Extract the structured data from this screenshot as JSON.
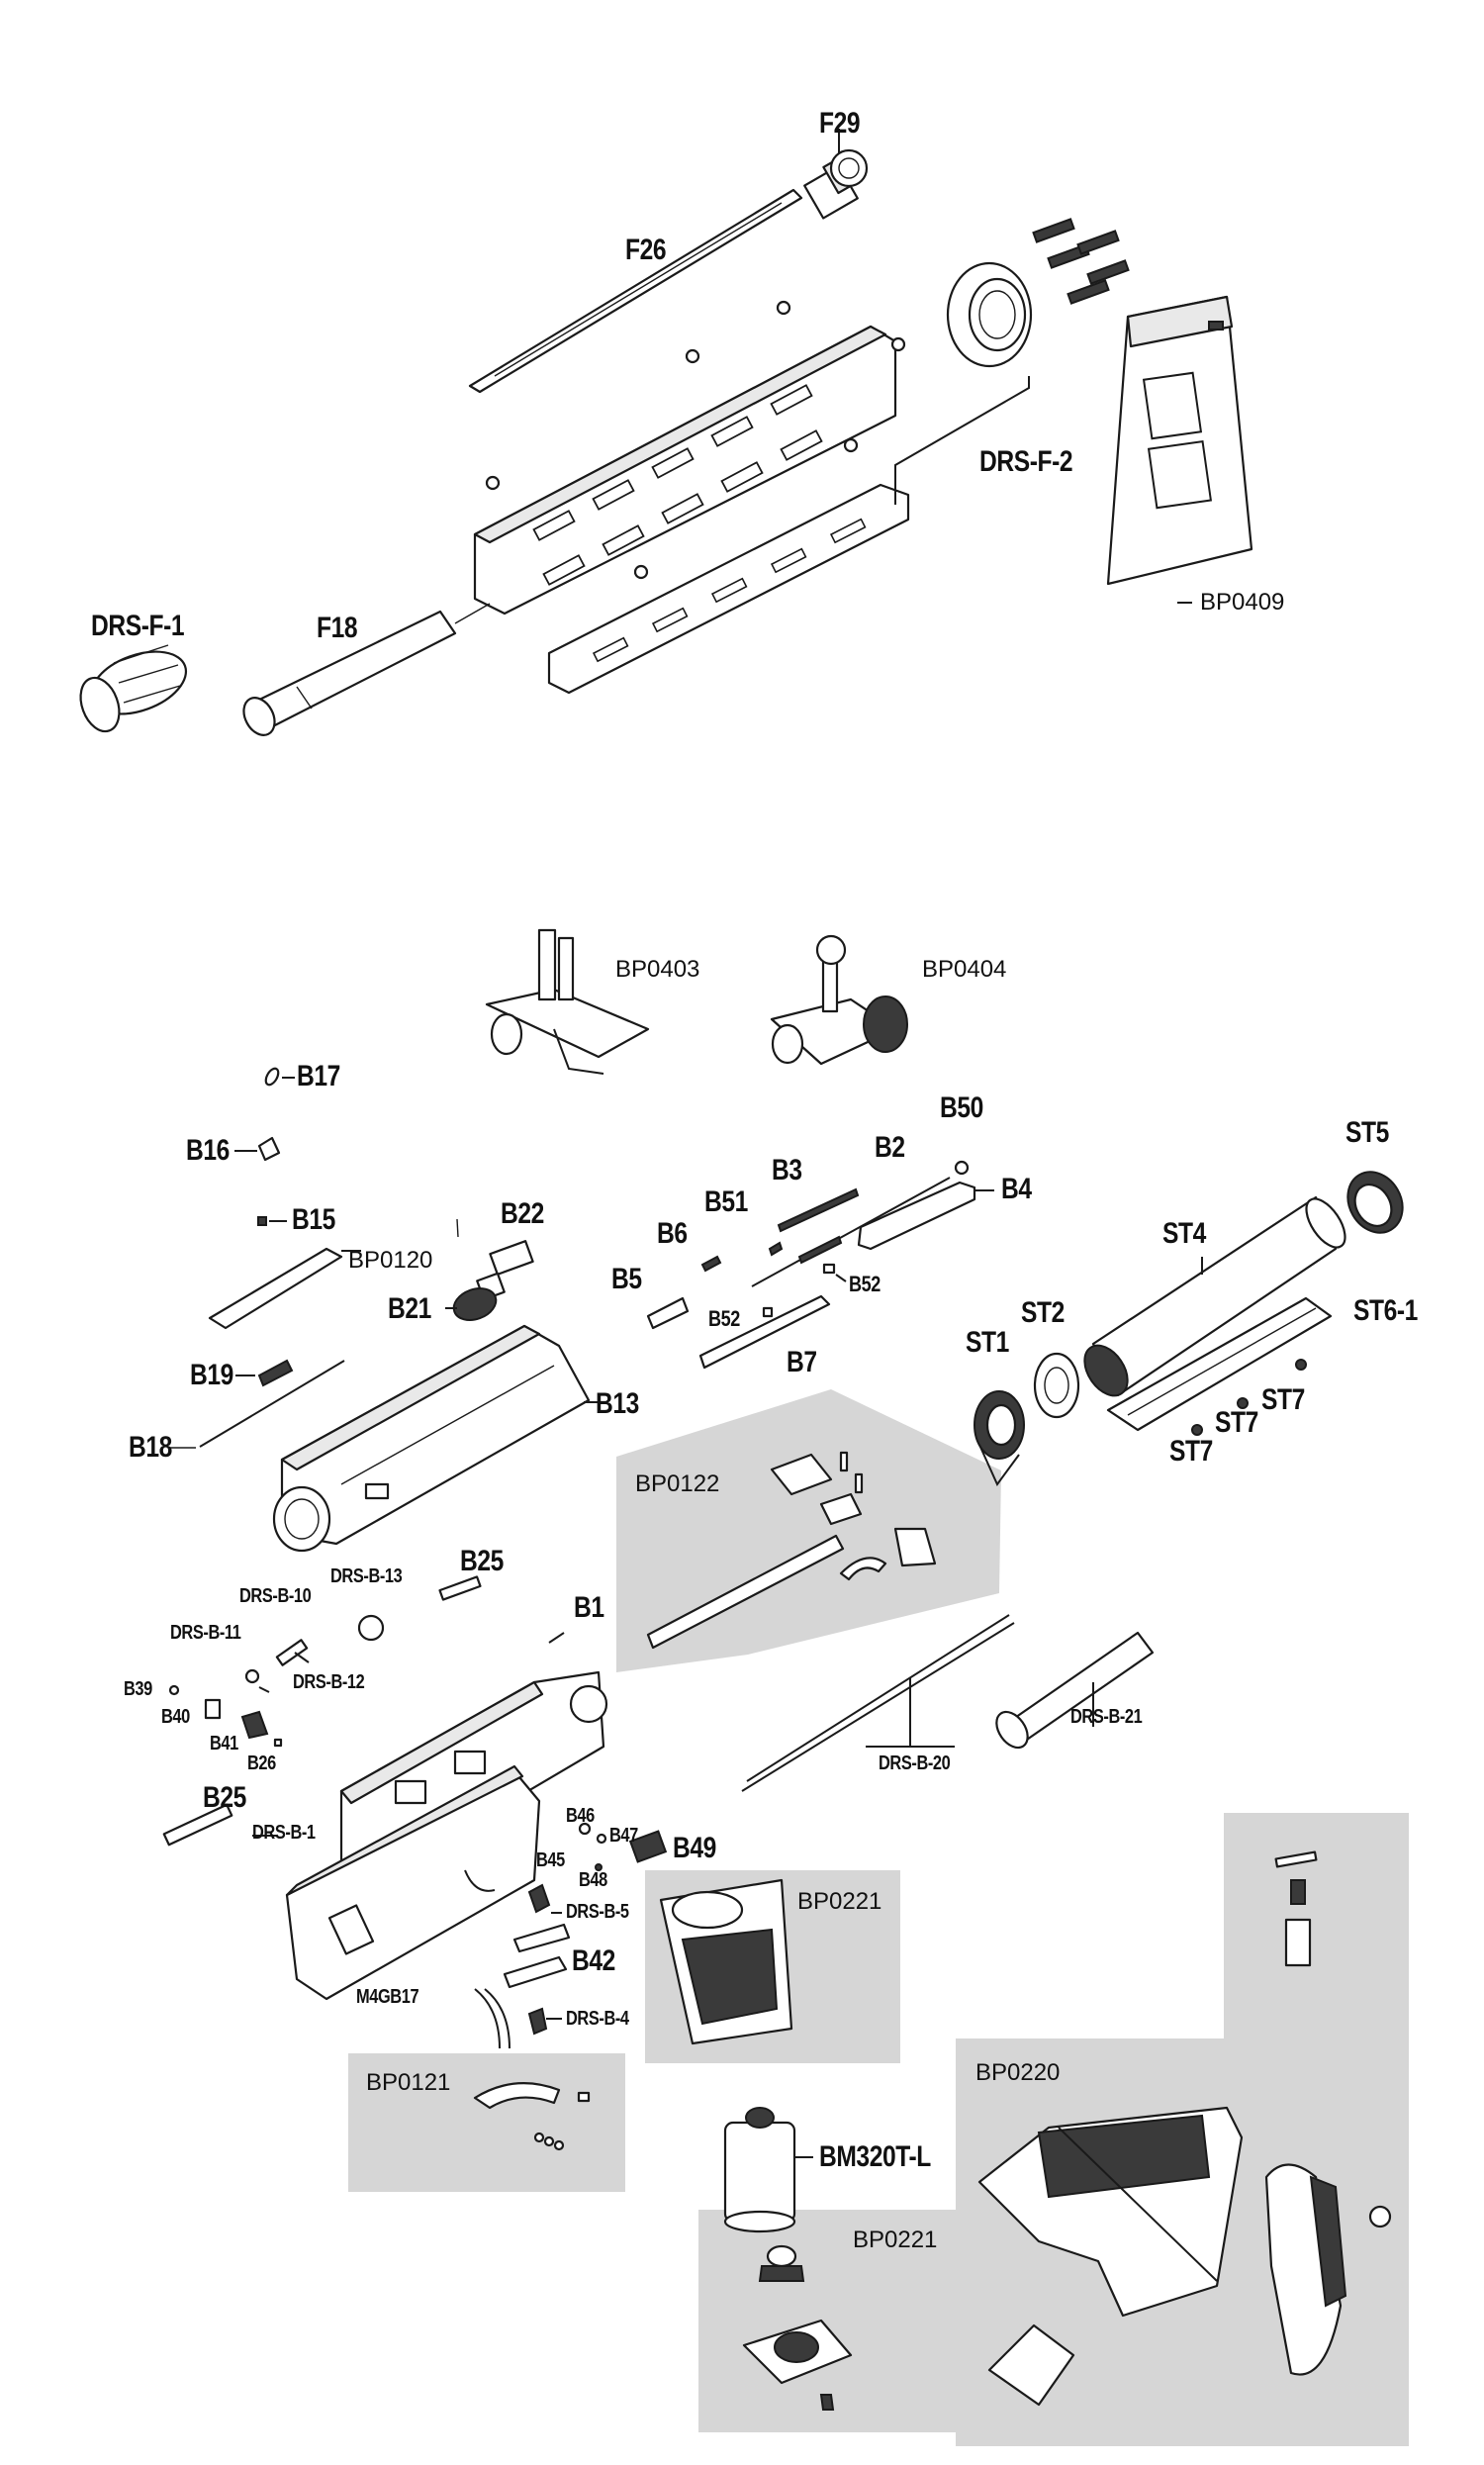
{
  "labels": {
    "F29": "F29",
    "F26": "F26",
    "DRS_F_2": "DRS-F-2",
    "BP0409": "BP0409",
    "DRS_F_1": "DRS-F-1",
    "F18": "F18",
    "BP0403": "BP0403",
    "BP0404": "BP0404",
    "B17": "B17",
    "B16": "B16",
    "B15": "B15",
    "BP0120": "BP0120",
    "B22": "B22",
    "B21": "B21",
    "B19": "B19",
    "B18": "B18",
    "B13": "B13",
    "B50": "B50",
    "B3": "B3",
    "B2": "B2",
    "B4": "B4",
    "B51": "B51",
    "B6": "B6",
    "B5": "B5",
    "B52a": "B52",
    "B52b": "B52",
    "B7": "B7",
    "ST5": "ST5",
    "ST4": "ST4",
    "ST2": "ST2",
    "ST1": "ST1",
    "ST6_1": "ST6-1",
    "ST7a": "ST7",
    "ST7b": "ST7",
    "ST7c": "ST7",
    "BP0122": "BP0122",
    "DRS_B_13": "DRS-B-13",
    "B25a": "B25",
    "DRS_B_10": "DRS-B-10",
    "DRS_B_11": "DRS-B-11",
    "DRS_B_12": "DRS-B-12",
    "B1": "B1",
    "B39": "B39",
    "B40": "B40",
    "B41": "B41",
    "B26": "B26",
    "B25b": "B25",
    "DRS_B_1": "DRS-B-1",
    "DRS_B_21": "DRS-B-21",
    "DRS_B_20": "DRS-B-20",
    "B46": "B46",
    "B47": "B47",
    "B45": "B45",
    "B48": "B48",
    "B49": "B49",
    "DRS_B_5": "DRS-B-5",
    "B42": "B42",
    "M4GB17": "M4GB17",
    "DRS_B_4": "DRS-B-4",
    "BP0221a": "BP0221",
    "BP0121": "BP0121",
    "BM320T_L": "BM320T-L",
    "BP0221b": "BP0221",
    "BP0220": "BP0220"
  },
  "colors": {
    "panel_gray": "#d6d6d6",
    "line": "#1a1a1a",
    "part_fill": "#ffffff",
    "dark_part": "#3a3a3a"
  }
}
